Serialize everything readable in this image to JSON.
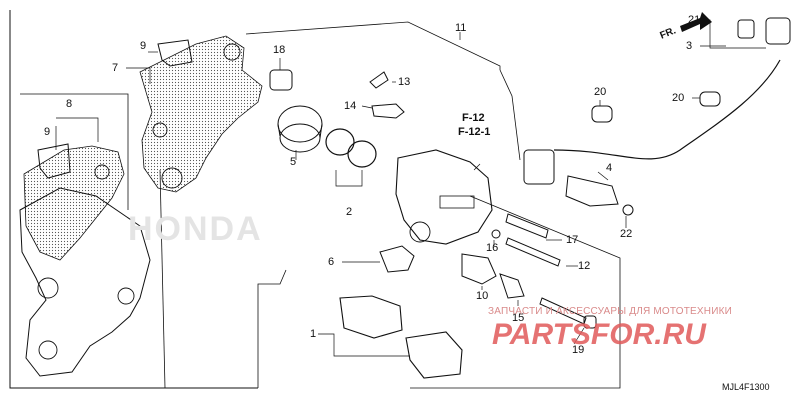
{
  "diagram": {
    "code": "MJL4F1300",
    "direction_label": "FR.",
    "brand_mark": "HONDA",
    "references": [
      "F-12",
      "F-12-1"
    ],
    "labels": {
      "p1": "1",
      "p2": "2",
      "p3": "3",
      "p4": "4",
      "p5": "5",
      "p6": "6",
      "p7": "7",
      "p8": "8",
      "p9a": "9",
      "p9b": "9",
      "p10": "10",
      "p11": "11",
      "p12": "12",
      "p13": "13",
      "p14": "14",
      "p15": "15",
      "p16": "16",
      "p17": "17",
      "p18": "18",
      "p19": "19",
      "p20a": "20",
      "p20b": "20",
      "p21": "21",
      "p22": "22"
    }
  },
  "watermark": {
    "text": "ЗАПЧАСТИ И АКСЕССУАРЫ ДЛЯ МОТОТЕХНИКИ",
    "logo": "PARTSFOR.RU"
  }
}
